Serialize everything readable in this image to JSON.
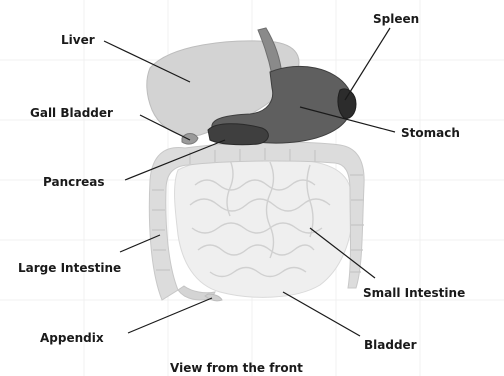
{
  "labels": {
    "liver": "Liver",
    "spleen": "Spleen",
    "gall_bladder": "Gall Bladder",
    "stomach": "Stomach",
    "pancreas": "Pancreas",
    "large_intestine": "Large Intestine",
    "small_intestine": "Small Intestine",
    "appendix": "Appendix",
    "bladder": "Bladder"
  },
  "caption": "View from the front",
  "colors": {
    "organ_light": "#d6d6d6",
    "organ_mid": "#c4c4c4",
    "organ_dark": "#5a5a5a",
    "spleen": "#2c2c2c",
    "line": "#1a1a1a"
  }
}
